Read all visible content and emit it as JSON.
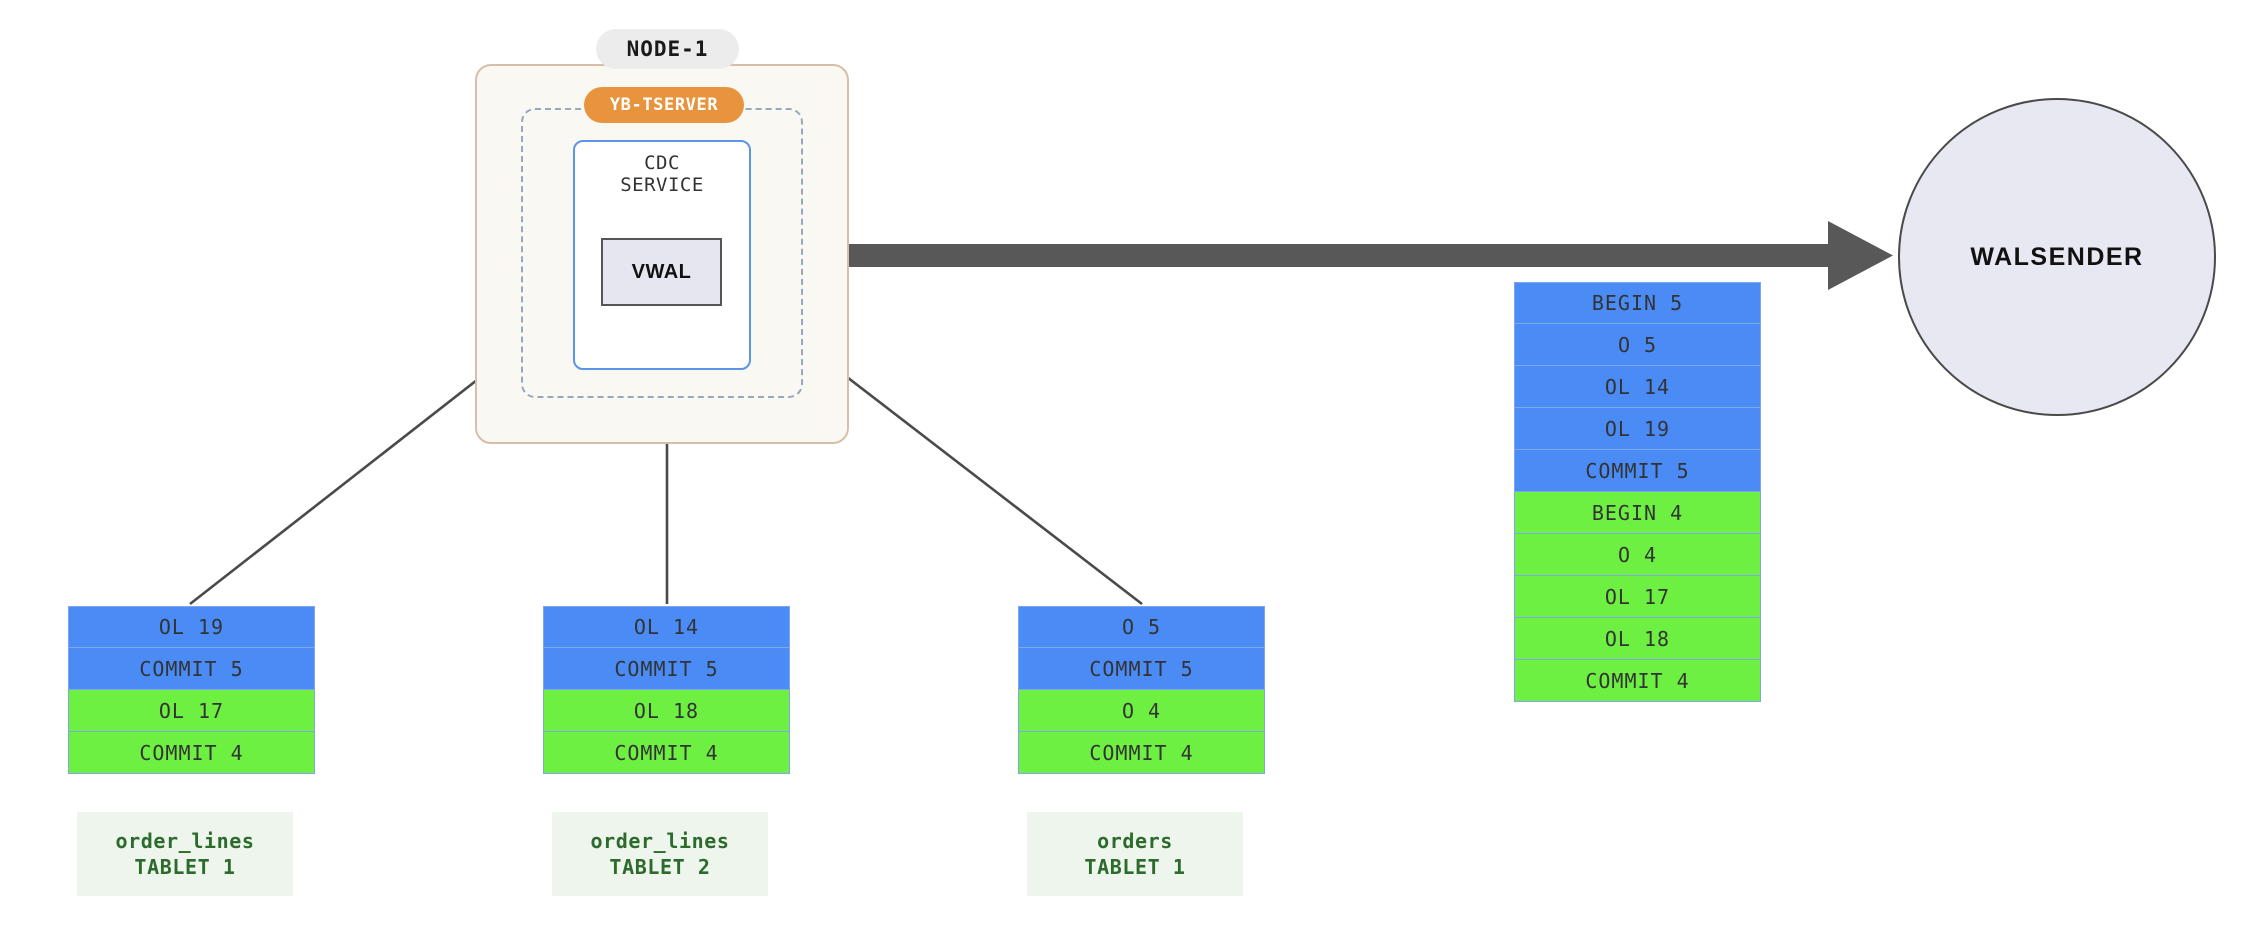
{
  "node": {
    "badge_label": "NODE-1",
    "tserver_badge_label": "YB-TSERVER",
    "cdc_service_label": "CDC\nSERVICE",
    "cdc_service_line1": "CDC",
    "cdc_service_line2": "SERVICE",
    "vwal_label": "VWAL"
  },
  "walsender": {
    "label": "WALSENDER"
  },
  "colors": {
    "blue_record": "#4A8BF5",
    "green_record": "#6EF042",
    "record_border": "#7FA6E8",
    "tserver_orange": "#E8943F",
    "node_border": "#D6BFA8",
    "node_fill": "#FAF8F3",
    "cdc_border": "#5C94E8",
    "vwal_fill": "#E6E6F0",
    "walsender_fill": "#E8E8F2",
    "arrow": "#4a4a4a",
    "tablet_label_fill": "#EDF5ED",
    "tablet_label_text": "#2D6B2D"
  },
  "wal_stack": {
    "name": "vwal-output-stream",
    "records": [
      {
        "text": "BEGIN 5",
        "color": "blue"
      },
      {
        "text": "O 5",
        "color": "blue"
      },
      {
        "text": "OL 14",
        "color": "blue"
      },
      {
        "text": "OL 19",
        "color": "blue"
      },
      {
        "text": "COMMIT 5",
        "color": "blue"
      },
      {
        "text": "BEGIN 4",
        "color": "green"
      },
      {
        "text": "O 4",
        "color": "green"
      },
      {
        "text": "OL 17",
        "color": "green"
      },
      {
        "text": "OL 18",
        "color": "green"
      },
      {
        "text": "COMMIT 4",
        "color": "green"
      }
    ]
  },
  "tablets": [
    {
      "name": "order_lines-tablet-1",
      "table_name": "order_lines",
      "tablet_name": "TABLET 1",
      "records": [
        {
          "text": "OL 19",
          "color": "blue"
        },
        {
          "text": "COMMIT 5",
          "color": "blue"
        },
        {
          "text": "OL 17",
          "color": "green"
        },
        {
          "text": "COMMIT 4",
          "color": "green"
        }
      ]
    },
    {
      "name": "order_lines-tablet-2",
      "table_name": "order_lines",
      "tablet_name": "TABLET 2",
      "records": [
        {
          "text": "OL 14",
          "color": "blue"
        },
        {
          "text": "COMMIT 5",
          "color": "blue"
        },
        {
          "text": "OL 18",
          "color": "green"
        },
        {
          "text": "COMMIT 4",
          "color": "green"
        }
      ]
    },
    {
      "name": "orders-tablet-1",
      "table_name": "orders",
      "tablet_name": "TABLET 1",
      "records": [
        {
          "text": "O 5",
          "color": "blue"
        },
        {
          "text": "COMMIT 5",
          "color": "blue"
        },
        {
          "text": "O 4",
          "color": "green"
        },
        {
          "text": "COMMIT 4",
          "color": "green"
        }
      ]
    }
  ],
  "arrows": [
    {
      "name": "arrow-tablet1-to-vwal",
      "style": "thin"
    },
    {
      "name": "arrow-tablet2-to-vwal",
      "style": "thin"
    },
    {
      "name": "arrow-tablet3-to-vwal",
      "style": "thin"
    },
    {
      "name": "arrow-cdc-to-walsender",
      "style": "thick"
    }
  ]
}
